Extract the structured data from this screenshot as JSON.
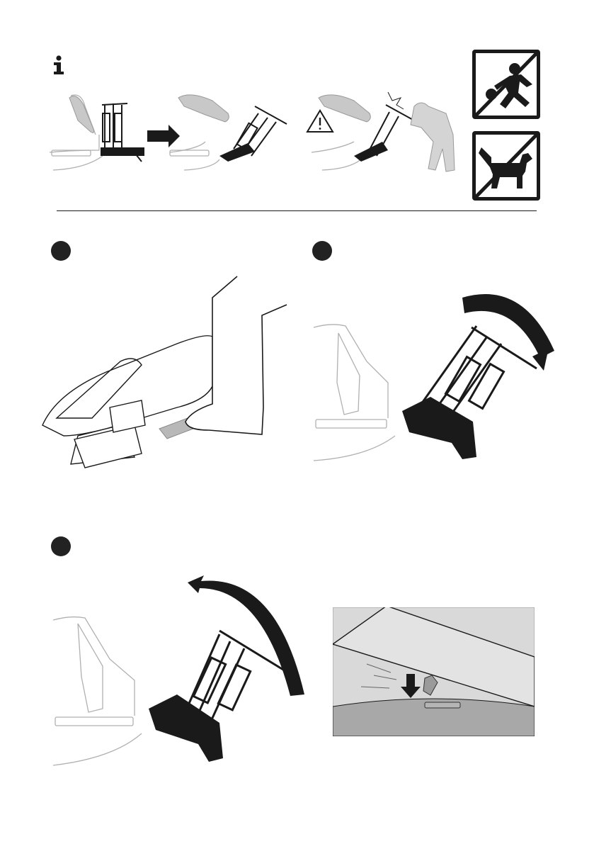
{
  "page": {
    "icons": {
      "info": "info-icon",
      "arrow": "right-arrow-icon",
      "warning": "warning-triangle-icon",
      "no_children": "no-children-playing-icon",
      "no_dogs": "no-dogs-icon"
    },
    "steps": [
      {
        "marker": "step-1-marker",
        "illustration": "foot-pressing-pedal"
      },
      {
        "marker": "step-2-marker",
        "illustration": "tilt-carrier-down"
      },
      {
        "marker": "step-3-marker",
        "illustration": "tilt-carrier-up"
      }
    ],
    "colors": {
      "ink": "#1a1a1a",
      "grey_light": "#d9d9d9",
      "grey_mid": "#a8a8a8",
      "outline": "#b0b0b0"
    }
  }
}
